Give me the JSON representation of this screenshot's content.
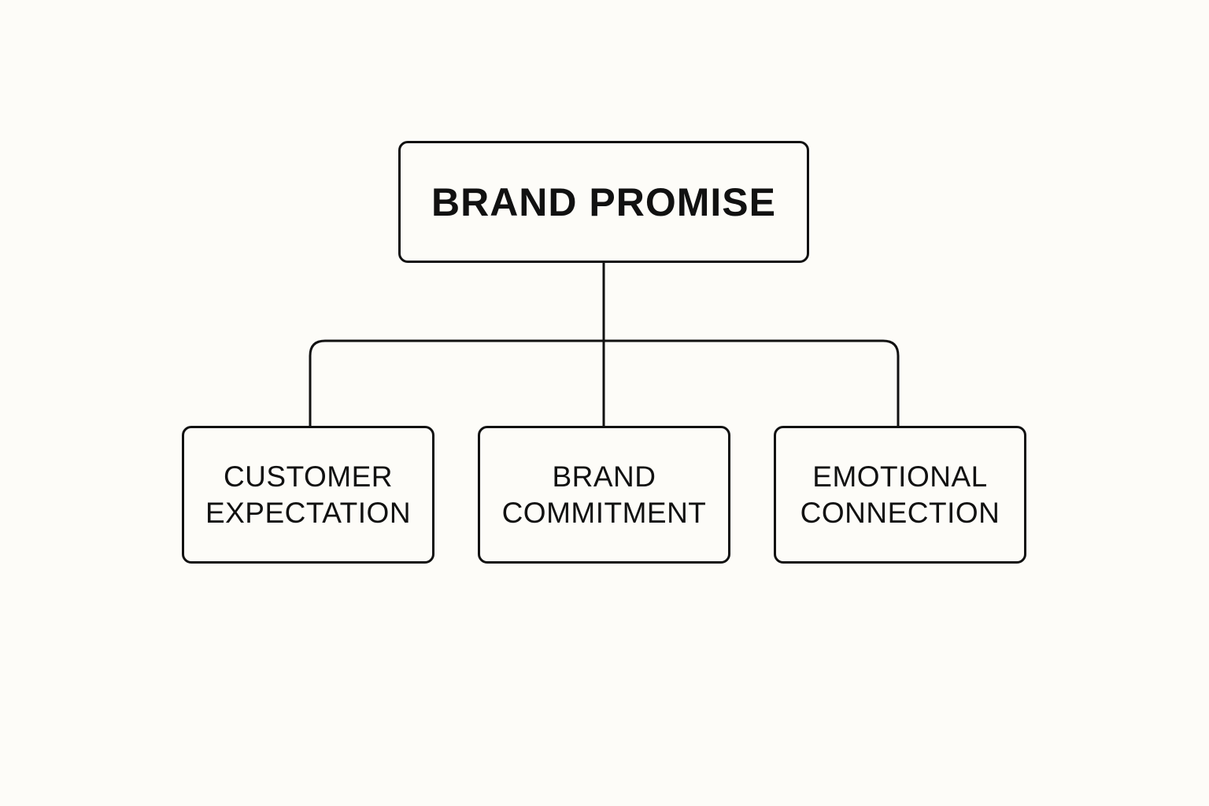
{
  "diagram": {
    "root": {
      "label": "BRAND PROMISE"
    },
    "children": [
      {
        "line1": "CUSTOMER",
        "line2": "EXPECTATION"
      },
      {
        "line1": "BRAND",
        "line2": "COMMITMENT"
      },
      {
        "line1": "EMOTIONAL",
        "line2": "CONNECTION"
      }
    ]
  },
  "colors": {
    "background": "#fdfcf8",
    "stroke": "#111111",
    "text": "#111111"
  }
}
